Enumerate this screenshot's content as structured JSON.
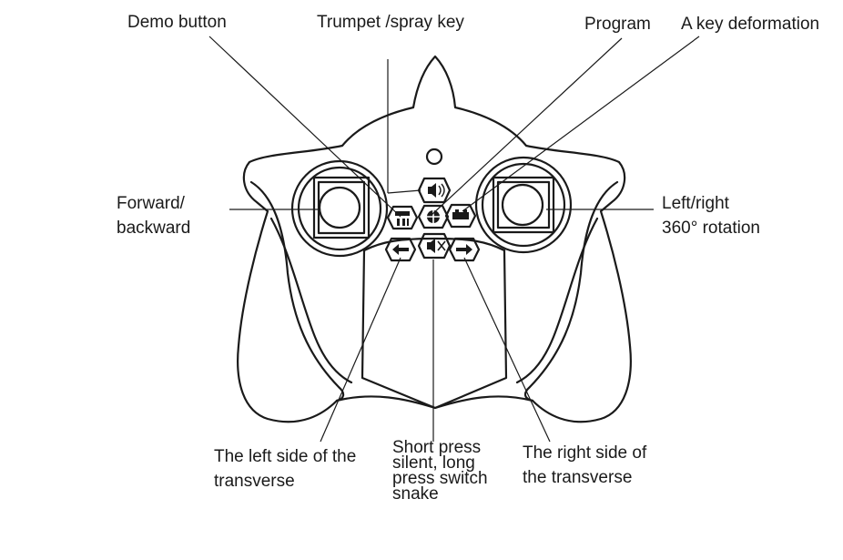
{
  "labels": {
    "demo_button": "Demo button",
    "trumpet_spray_key": "Trumpet /spray key",
    "program": "Program",
    "a_key_deformation": "A key deformation",
    "forward_backward": "Forward/\nbackward",
    "left_right_rotation": "Left/right\n360° rotation",
    "left_side_transverse": "The left side of the\ntransverse",
    "short_press": "Short press\nsilent, long\npress switch\nsnake",
    "right_side_transverse": "The right side of\nthe transverse"
  },
  "colors": {
    "line": "#1a1a1a",
    "background": "#ffffff"
  },
  "icons": {
    "trumpet": "speaker-sound-icon",
    "demo": "demo-icon",
    "program": "program-icon",
    "deformation": "deformation-icon",
    "left_transverse": "arrow-left-icon",
    "mute": "speaker-mute-icon",
    "right_transverse": "arrow-right-icon"
  }
}
